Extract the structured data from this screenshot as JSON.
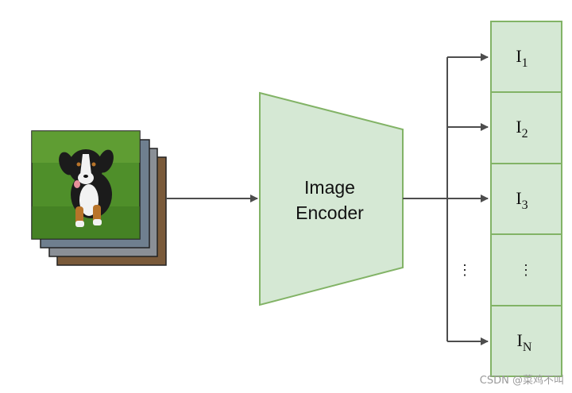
{
  "encoder": {
    "line1": "Image",
    "line2": "Encoder"
  },
  "outputs": [
    {
      "base": "I",
      "sub": "1"
    },
    {
      "base": "I",
      "sub": "2"
    },
    {
      "base": "I",
      "sub": "3"
    },
    {
      "base": "⋮",
      "sub": ""
    },
    {
      "base": "I",
      "sub": "N"
    }
  ],
  "side_ellipsis": "⋮",
  "watermark": "CSDN @菜鸡不叫",
  "colors": {
    "fill": "#d5e8d4",
    "stroke": "#82b366",
    "arrow": "#4d4d4d",
    "grass": "#4f8f2a",
    "dog_dark": "#1b1b1b",
    "dog_white": "#f2f2f2",
    "dog_tan": "#b8742a"
  }
}
